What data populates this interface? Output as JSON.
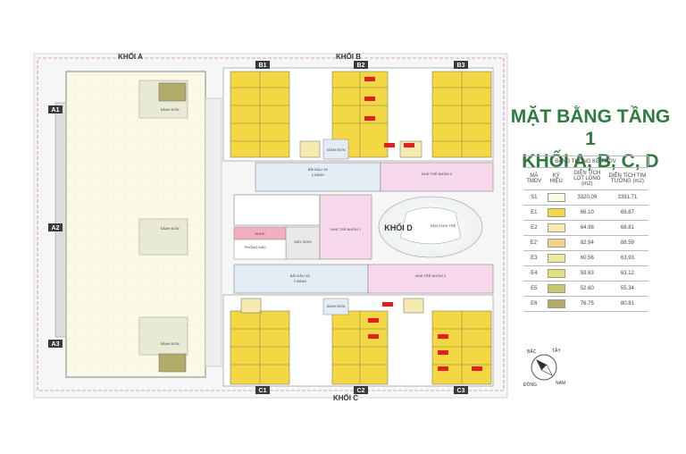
{
  "title_lines": [
    "MẶT BẰNG TẦNG 1",
    "KHỐI A, B, C, D"
  ],
  "blocks": {
    "a": "KHỐI A",
    "b": "KHỐI B",
    "c": "KHỐI C",
    "d": "KHỐI D"
  },
  "tags": {
    "a1": "A1",
    "a2": "A2",
    "a3": "A3",
    "b1": "B1",
    "b2": "B2",
    "b3": "B3",
    "c1": "C1",
    "c2": "C2",
    "c3": "C3"
  },
  "rooms": {
    "sanh_don": "SẢNH ĐÓN",
    "bai_dau_xe": "BÃI ĐẬU XE",
    "hai_banh": "2 BÁNH",
    "nha_tre_1": "NHÀ TRẺ NHÓM 1",
    "nha_tre_2": "NHÀ TRẺ NHÓM 2",
    "nha_tre_3": "NHÀ TRẺ NHÓM 3",
    "san_choi": "SÂN CHƠI TRẺ",
    "phong_mac": "PHÒNG MÁC",
    "may_bom": "MÁY BƠM",
    "shop": "SHOP"
  },
  "legend": {
    "title": "BẢNG THỐNG KÊ TMDV",
    "col_code": "MÃ TMDV",
    "col_symbol": "KÝ HIỆU",
    "col_area1": "DIỆN TÍCH LỌT LÒNG (m2)",
    "col_area2": "DIỆN TÍCH TIM TƯỜNG (m2)",
    "rows": [
      {
        "code": "S1",
        "color": "#fbfae6",
        "a1": "3320.09",
        "a2": "3391.71"
      },
      {
        "code": "E1",
        "color": "#f3d743",
        "a1": "66.10",
        "a2": "69.67"
      },
      {
        "code": "E2",
        "color": "#f7eab0",
        "a1": "64.98",
        "a2": "68.81"
      },
      {
        "code": "E2'",
        "color": "#f4d28e",
        "a1": "82.94",
        "a2": "88.59"
      },
      {
        "code": "E3",
        "color": "#ecea9c",
        "a1": "60.56",
        "a2": "63.93"
      },
      {
        "code": "E4",
        "color": "#dfe07a",
        "a1": "59.63",
        "a2": "63.12"
      },
      {
        "code": "E5",
        "color": "#c8c872",
        "a1": "52.60",
        "a2": "55.34"
      },
      {
        "code": "E6",
        "color": "#b1ad68",
        "a1": "76.75",
        "a2": "80.81"
      }
    ]
  },
  "compass": {
    "n": "BẮC",
    "t": "TÂY",
    "d": "ĐÔNG",
    "nam": "NAM"
  },
  "colors": {
    "unit_yellow": "#f3d743",
    "unit_pale": "#f7eab0",
    "a_block": "#fbfae6",
    "parking": "#e4ecf6",
    "nursery": "#f6d8ea",
    "shop": "#f3aec0",
    "title_green": "#2f7a3f",
    "red_label": "#e02020",
    "tag_bg": "#3a3a3a"
  }
}
